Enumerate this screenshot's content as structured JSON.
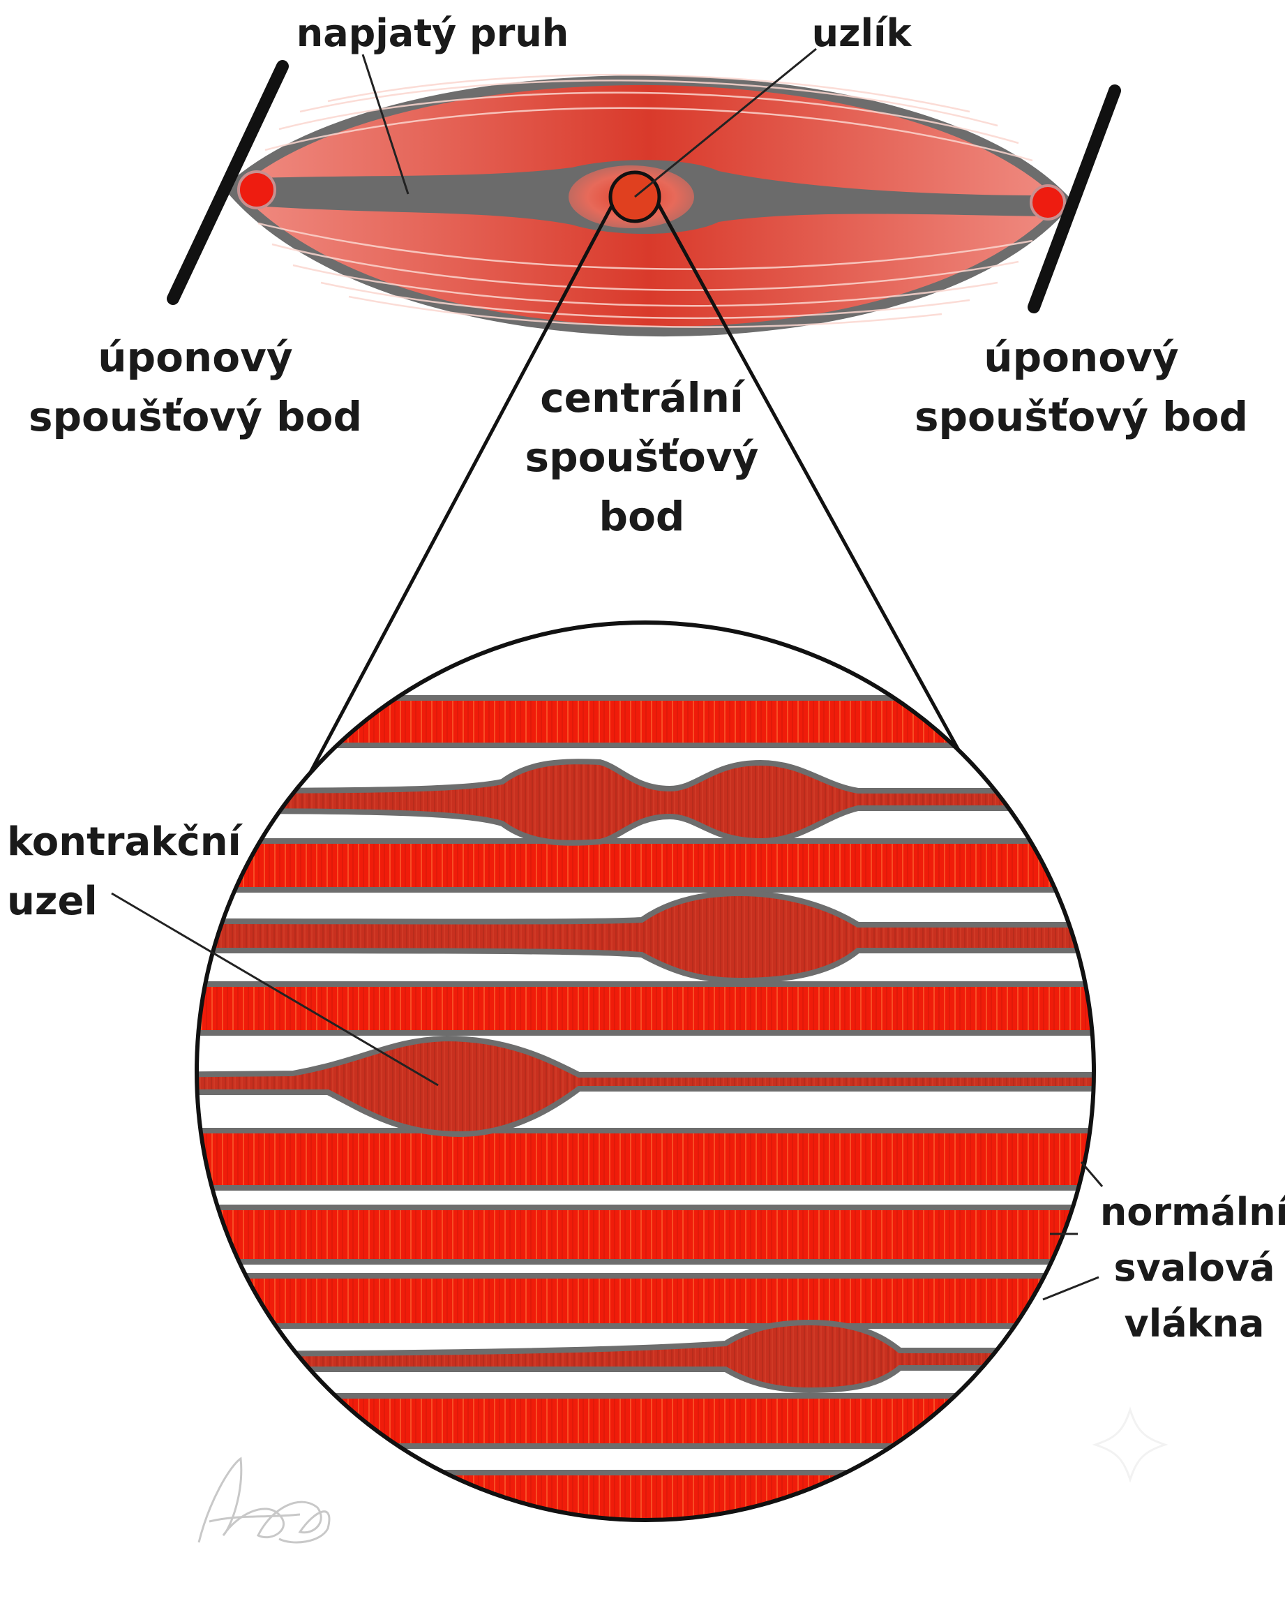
{
  "labels": {
    "taut_band": "napjatý pruh",
    "nodule": "uzlík",
    "insertion_left_1": "úponový",
    "insertion_left_2": "spoušťový bod",
    "insertion_right_1": "úponový",
    "insertion_right_2": "spoušťový bod",
    "central_1": "centrální",
    "central_2": "spoušťový",
    "central_3": "bod",
    "contraction_1": "kontrakční",
    "contraction_2": "uzel",
    "normal_1": "normální",
    "normal_2": "svalová",
    "normal_3": "vlákna"
  },
  "colors": {
    "muscle_light": "#f07a6e",
    "muscle_dark": "#d8382a",
    "fiber_red": "#f01c0a",
    "knot_red": "#c8301f",
    "band_gray": "#6b6b6b",
    "outline": "#111111"
  },
  "icons": {
    "signature": "artist-signature-scribble",
    "sparkle": "sparkle-watermark-icon"
  }
}
